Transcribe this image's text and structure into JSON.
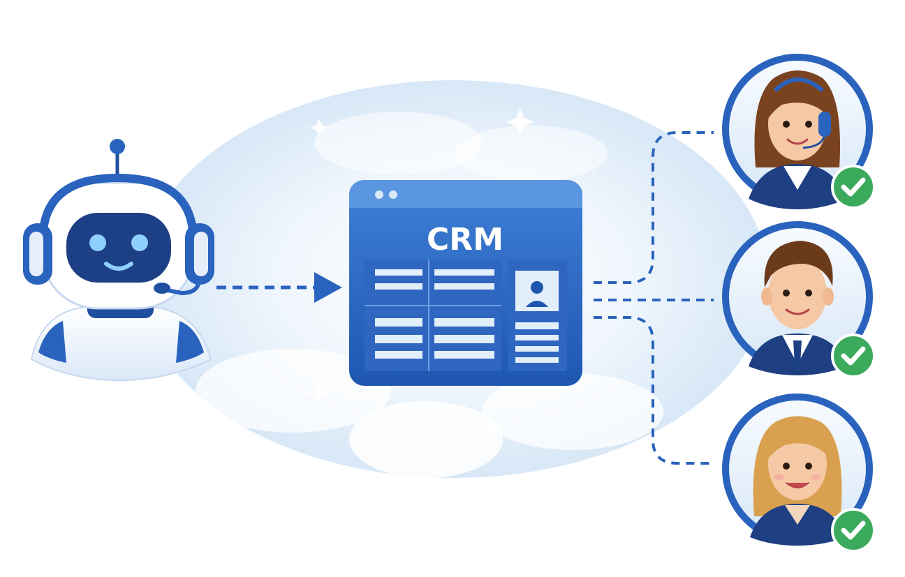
{
  "crm_window": {
    "title": "CRM"
  },
  "agents": [
    {
      "icon": "female-agent-headset-avatar",
      "status": "check-icon"
    },
    {
      "icon": "male-agent-avatar",
      "status": "check-icon"
    },
    {
      "icon": "female-agent-avatar",
      "status": "check-icon"
    }
  ],
  "colors": {
    "primary_blue": "#2F6BC4",
    "dark_blue": "#1E4E9E",
    "light_blue": "#D9E8F7",
    "success_green": "#3BAA5C"
  }
}
